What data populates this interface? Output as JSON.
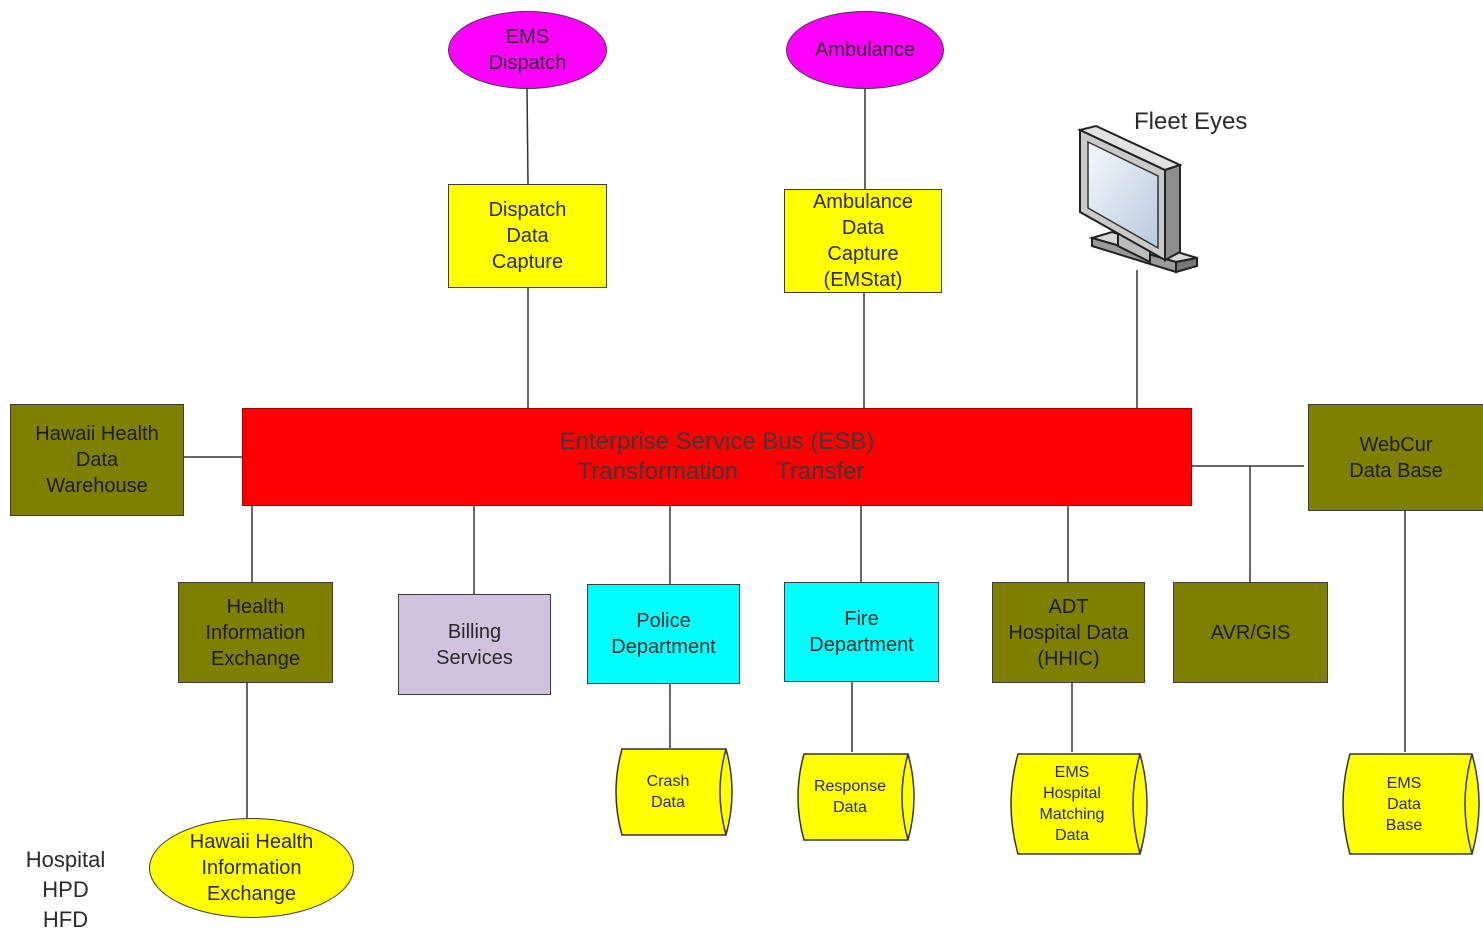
{
  "esb": {
    "line1": "Enterprise Service Bus (ESB)",
    "line2a": "Transformation",
    "line2b": "Transfer"
  },
  "nodes": {
    "ems_dispatch": [
      "EMS",
      "Dispatch"
    ],
    "ambulance": [
      "Ambulance"
    ],
    "dispatch_capture": [
      "Dispatch",
      "Data",
      "Capture"
    ],
    "ambulance_capture": [
      "Ambulance",
      "Data",
      "Capture",
      "(EMStat)"
    ],
    "fleet_eyes": "Fleet Eyes",
    "hawaii_warehouse": [
      "Hawaii Health",
      "Data",
      "Warehouse"
    ],
    "webcur": [
      "WebCur",
      "Data Base"
    ],
    "hie": [
      "Health",
      "Information",
      "Exchange"
    ],
    "billing": [
      "Billing",
      "Services"
    ],
    "police": [
      "Police",
      "Department"
    ],
    "fire": [
      "Fire",
      "Department"
    ],
    "adt": [
      "ADT",
      "Hospital Data",
      "(HHIC)"
    ],
    "avr": [
      "AVR/GIS"
    ],
    "hawaii_hie": [
      "Hawaii Health",
      "Information",
      "Exchange"
    ],
    "crash": [
      "Crash",
      "Data"
    ],
    "response": [
      "Response",
      "Data"
    ],
    "ems_matching": [
      "EMS",
      "Hospital",
      "Matching",
      "Data"
    ],
    "ems_db": [
      "EMS",
      "Data",
      "Base"
    ]
  },
  "legend": [
    "Hospital",
    "HPD",
    "HFD"
  ],
  "colors": {
    "bus": "#ff0000",
    "magenta": "#ff00ff",
    "yellow": "#ffff00",
    "olive": "#7f7f00",
    "cyan": "#00ffff",
    "lavender": "#cfc2dc"
  }
}
